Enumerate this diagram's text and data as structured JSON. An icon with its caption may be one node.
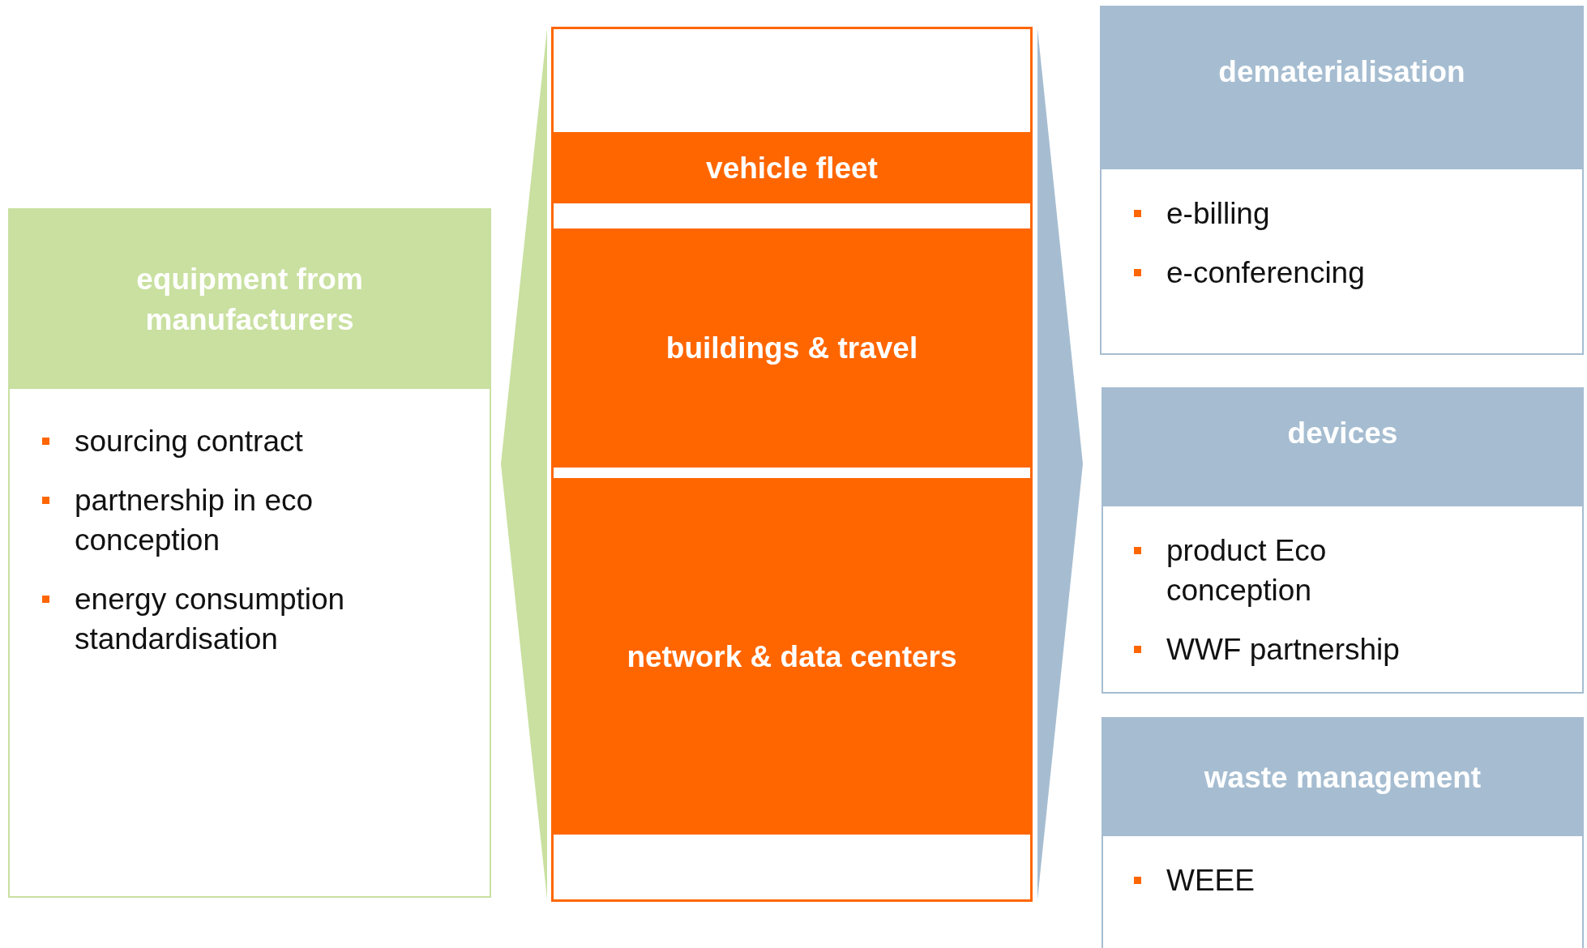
{
  "diagram": {
    "nodes": [
      {
        "text": [
          "equipment from manufacturers",
          "sourcing contract",
          "partnership in eco conception",
          "energy consumption standardisation"
        ]
      },
      {
        "text": [],
        "shape": "box"
      },
      {
        "text": [
          "vehicle fleet"
        ],
        "in": 1
      },
      {
        "text": [
          "buildings & travel"
        ],
        "in": 1
      },
      {
        "text": [
          "network & data centers"
        ],
        "in": 1
      },
      {
        "text": [
          "dematerialisation",
          "e-billing",
          "e-conferencing"
        ]
      },
      {
        "text": [
          "devices",
          "product Eco conception",
          "WWF partnership"
        ]
      },
      {
        "text": [
          "waste management",
          "WEEE"
        ]
      },
      {
        "text": [],
        "shape": "triangle"
      },
      {
        "text": [],
        "shape": "triangle"
      }
    ]
  }
}
